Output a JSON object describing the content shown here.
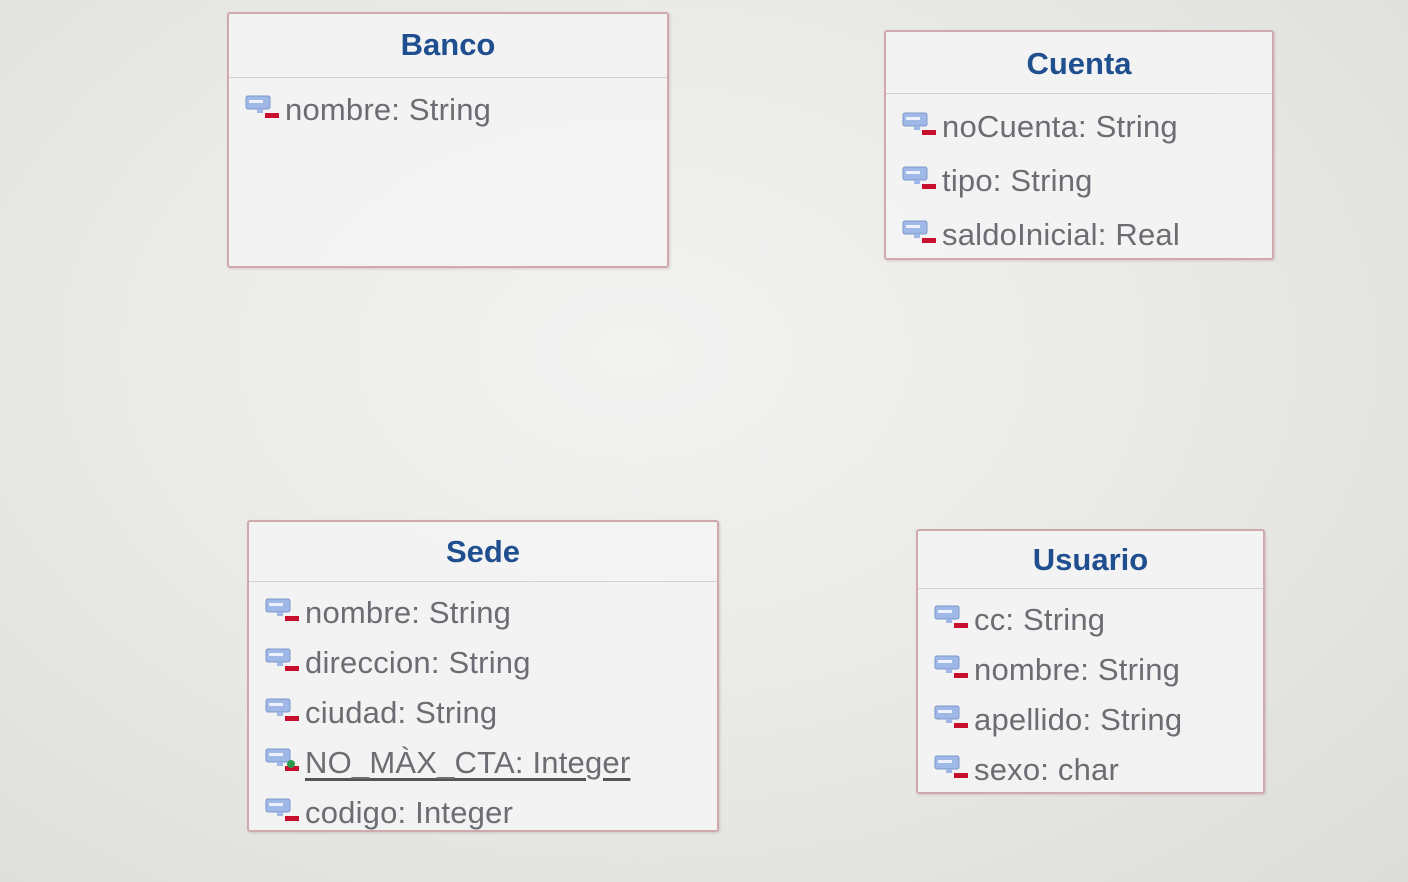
{
  "colors": {
    "class_border": "#cfa9ad",
    "class_name": "#1f4f8f",
    "attribute_text": "#6c6c72",
    "icon_body": "#9fb8e8",
    "icon_badge": "#c8102e",
    "static_badge": "#2e9b4c"
  },
  "classes": [
    {
      "name": "Banco",
      "attributes": [
        {
          "text": "nombre: String",
          "icon": "private-attribute-icon",
          "static": false
        }
      ]
    },
    {
      "name": "Cuenta",
      "attributes": [
        {
          "text": "noCuenta: String",
          "icon": "private-attribute-icon",
          "static": false
        },
        {
          "text": "tipo: String",
          "icon": "private-attribute-icon",
          "static": false
        },
        {
          "text": "saldoInicial: Real",
          "icon": "private-attribute-icon",
          "static": false
        }
      ]
    },
    {
      "name": "Sede",
      "attributes": [
        {
          "text": "nombre: String",
          "icon": "private-attribute-icon",
          "static": false
        },
        {
          "text": "direccion: String",
          "icon": "private-attribute-icon",
          "static": false
        },
        {
          "text": "ciudad: String",
          "icon": "private-attribute-icon",
          "static": false
        },
        {
          "text": "NO_MÀX_CTA: Integer",
          "icon": "static-attribute-icon",
          "static": true
        },
        {
          "text": "codigo: Integer",
          "icon": "private-attribute-icon",
          "static": false
        }
      ]
    },
    {
      "name": "Usuario",
      "attributes": [
        {
          "text": "cc: String",
          "icon": "private-attribute-icon",
          "static": false
        },
        {
          "text": "nombre: String",
          "icon": "private-attribute-icon",
          "static": false
        },
        {
          "text": "apellido: String",
          "icon": "private-attribute-icon",
          "static": false
        },
        {
          "text": "sexo: char",
          "icon": "private-attribute-icon",
          "static": false
        }
      ]
    }
  ]
}
